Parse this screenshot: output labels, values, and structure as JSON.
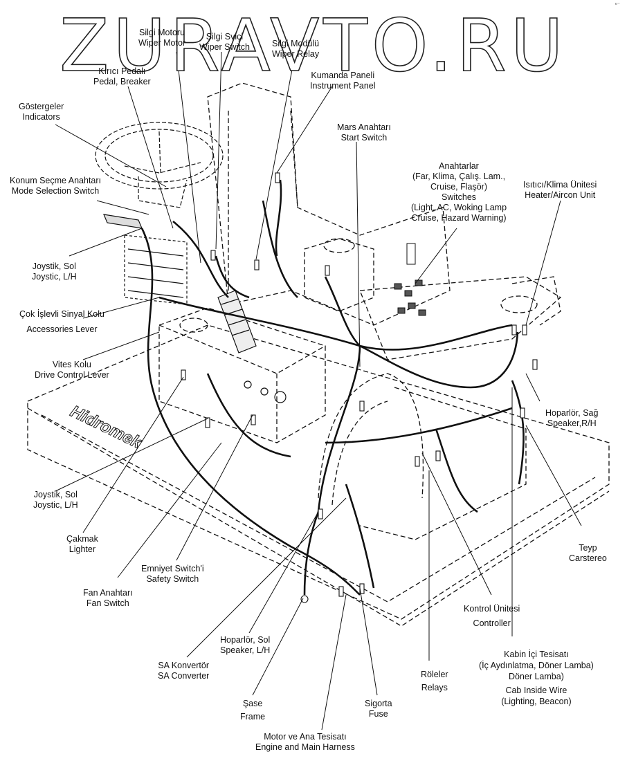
{
  "watermark": "ZURAVTO.RU",
  "corner_mark": "ᵉ⁻",
  "labels": {
    "wiper_motor": [
      "Silgi Motoru",
      "Wiper Motor"
    ],
    "wiper_switch": [
      "Silgi Sviçi",
      "Wiper Switch"
    ],
    "wiper_relay": [
      "Silgi Modülü",
      "Wiper Relay"
    ],
    "pedal_breaker": [
      "Kırıcı Pedalı",
      "Pedal, Breaker"
    ],
    "instrument_panel": [
      "Kumanda Paneli",
      "Instrument Panel"
    ],
    "indicators": [
      "Göstergeler",
      "Indicators"
    ],
    "start_switch": [
      "Mars Anahtarı",
      "Start Switch"
    ],
    "switches": [
      "Anahtarlar",
      "(Far, Klima, Çalış. Lam.,",
      "Cruise, Flaşör)",
      "Switches",
      "(Light, AC, Woking Lamp",
      "Cruise, Hazard Warning)"
    ],
    "heater": [
      "Isıtıcı/Klima  Ünitesi",
      "Heater/Aircon Unit"
    ],
    "mode_selection": [
      "Konum Seçme Anahtarı",
      "Mode Selection Switch"
    ],
    "joystick_left": [
      "Joystik, Sol",
      "Joystic, L/H"
    ],
    "accessories_lever": [
      "Çok İşlevli Sinyal Kolu",
      "Accessories Lever"
    ],
    "drive_control": [
      "Vites Kolu",
      "Drive Control Lever"
    ],
    "speaker_right": [
      "Hoparlör, Sağ",
      "Speaker,R/H"
    ],
    "joystick_left_2": [
      "Joystik, Sol",
      "Joystic, L/H"
    ],
    "lighter": [
      "Çakmak",
      "Lighter"
    ],
    "carstereo": [
      "Teyp",
      "Carstereo"
    ],
    "safety_switch": [
      "Emniyet Switch'i",
      "Safety Switch"
    ],
    "fan_switch": [
      "Fan Anahtarı",
      "Fan Switch"
    ],
    "controller": [
      "Kontrol Ünitesi",
      "Controller"
    ],
    "speaker_left": [
      "Hoparlör, Sol",
      "Speaker, L/H"
    ],
    "cab_wire": [
      "Kabin İçi Tesisatı",
      "(İç Aydınlatma, Döner Lamba)",
      "Döner Lamba)",
      "Cab Inside Wire",
      "(Lighting, Beacon)"
    ],
    "sa_converter": [
      "SA Konvertör",
      "SA Converter"
    ],
    "relays": [
      "Röleler",
      "Relays"
    ],
    "frame": [
      "Şase",
      "Frame"
    ],
    "fuse": [
      "Sigorta",
      "Fuse"
    ],
    "main_harness": [
      "Motor ve Ana Tesisatı",
      "Engine and Main Harness"
    ],
    "brand": "Hidromek"
  }
}
